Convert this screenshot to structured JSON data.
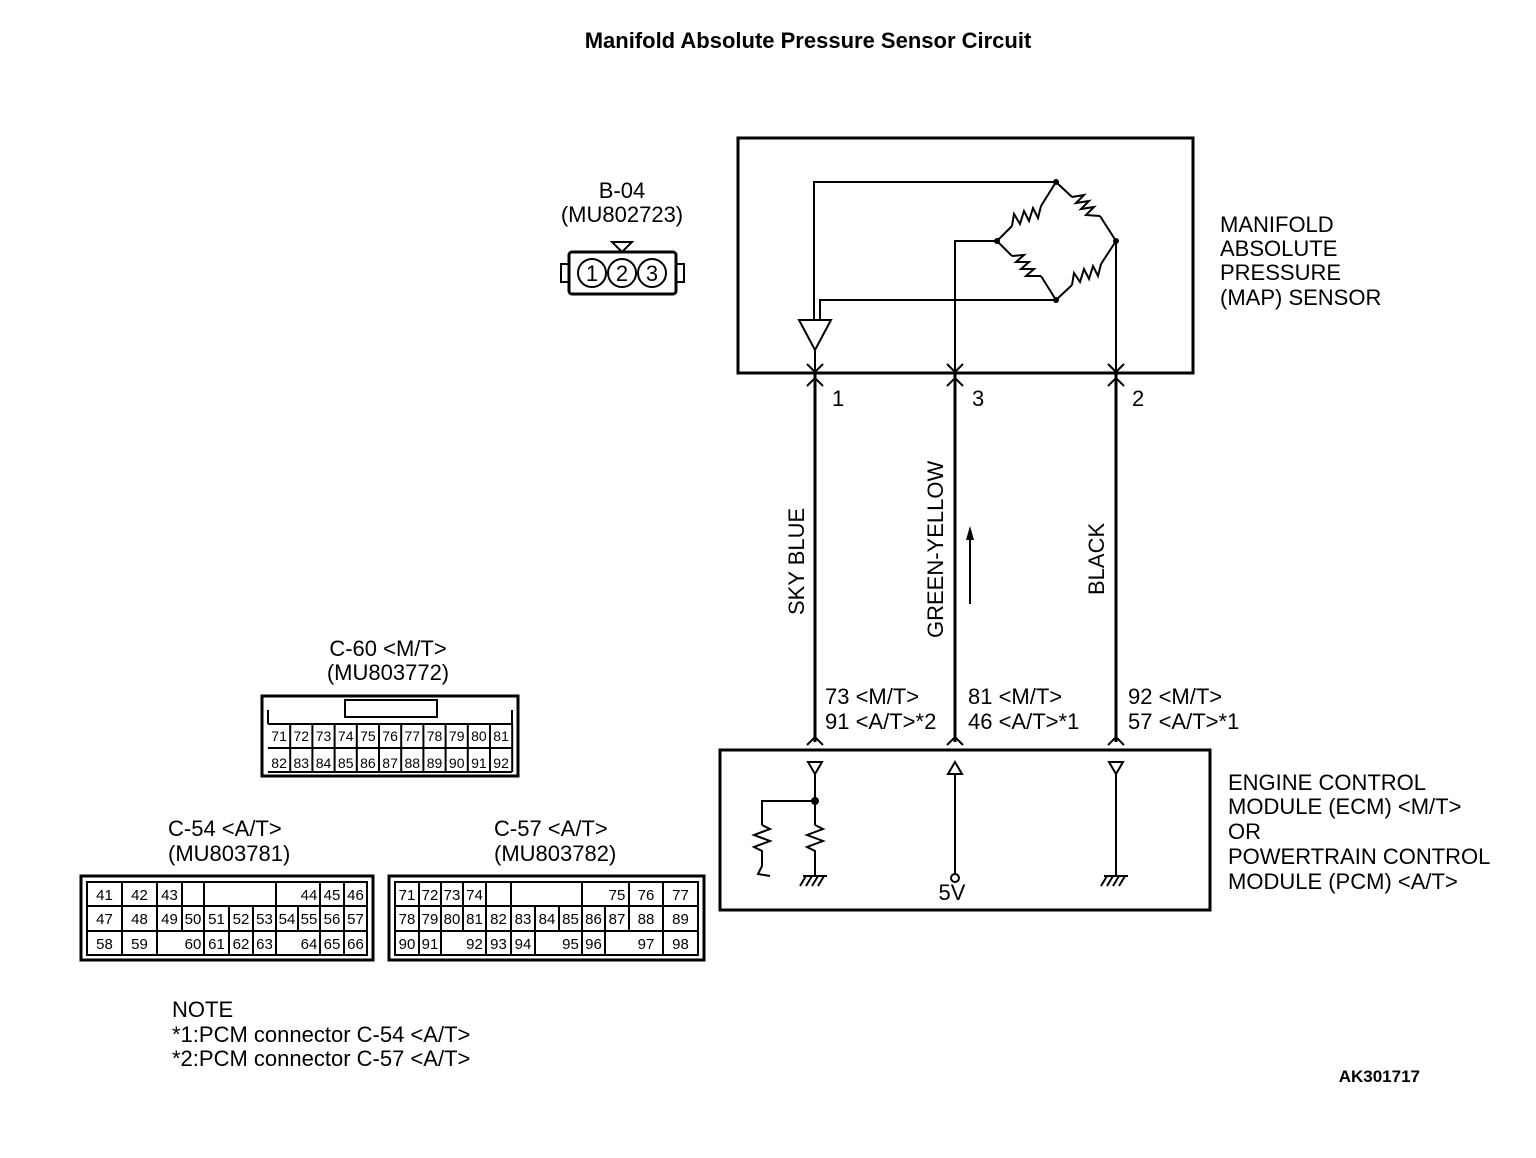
{
  "title": "Manifold Absolute Pressure Sensor Circuit",
  "figure_id": "AK301717",
  "sensor": {
    "label_lines": [
      "MANIFOLD",
      "ABSOLUTE",
      "PRESSURE",
      "(MAP) SENSOR"
    ],
    "connector_name": "B-04",
    "connector_part": "(MU802723)",
    "connector_pins": [
      "1",
      "2",
      "3"
    ]
  },
  "wires": [
    {
      "sensor_pin": "1",
      "color": "SKY BLUE",
      "module_pin_mt": "73 <M/T>",
      "module_pin_at": "91 <A/T>*2"
    },
    {
      "sensor_pin": "3",
      "color": "GREEN-YELLOW",
      "module_pin_mt": "81 <M/T>",
      "module_pin_at": "46 <A/T>*1"
    },
    {
      "sensor_pin": "2",
      "color": "BLACK",
      "module_pin_mt": "92 <M/T>",
      "module_pin_at": "57 <A/T>*1"
    }
  ],
  "module": {
    "label_lines": [
      "ENGINE CONTROL",
      "MODULE (ECM) <M/T>",
      "OR",
      "POWERTRAIN CONTROL",
      "MODULE (PCM) <A/T>"
    ],
    "supply_label": "5V"
  },
  "connectors": {
    "c60": {
      "name": "C-60 <M/T>",
      "part": "(MU803772)",
      "row1": [
        "71",
        "72",
        "73",
        "74",
        "75",
        "76",
        "77",
        "78",
        "79",
        "80",
        "81"
      ],
      "row2": [
        "82",
        "83",
        "84",
        "85",
        "86",
        "87",
        "88",
        "89",
        "90",
        "91",
        "92"
      ]
    },
    "c54": {
      "name": "C-54 <A/T>",
      "part": "(MU803781)",
      "row1": [
        "41",
        "42",
        "43",
        "44",
        "45",
        "46"
      ],
      "row2": [
        "47",
        "48",
        "49",
        "50",
        "51",
        "52",
        "53",
        "54",
        "55",
        "56",
        "57"
      ],
      "row3": [
        "58",
        "59",
        "60",
        "61",
        "62",
        "63",
        "64",
        "65",
        "66"
      ]
    },
    "c57": {
      "name": "C-57 <A/T>",
      "part": "(MU803782)",
      "row1": [
        "71",
        "72",
        "73",
        "74",
        "75",
        "76",
        "77"
      ],
      "row2": [
        "78",
        "79",
        "80",
        "81",
        "82",
        "83",
        "84",
        "85",
        "86",
        "87",
        "88",
        "89"
      ],
      "row3": [
        "90",
        "91",
        "92",
        "93",
        "94",
        "95",
        "96",
        "97",
        "98"
      ]
    }
  },
  "notes": {
    "heading": "NOTE",
    "lines": [
      "*1:PCM connector C-54 <A/T>",
      "*2:PCM connector C-57 <A/T>"
    ]
  }
}
